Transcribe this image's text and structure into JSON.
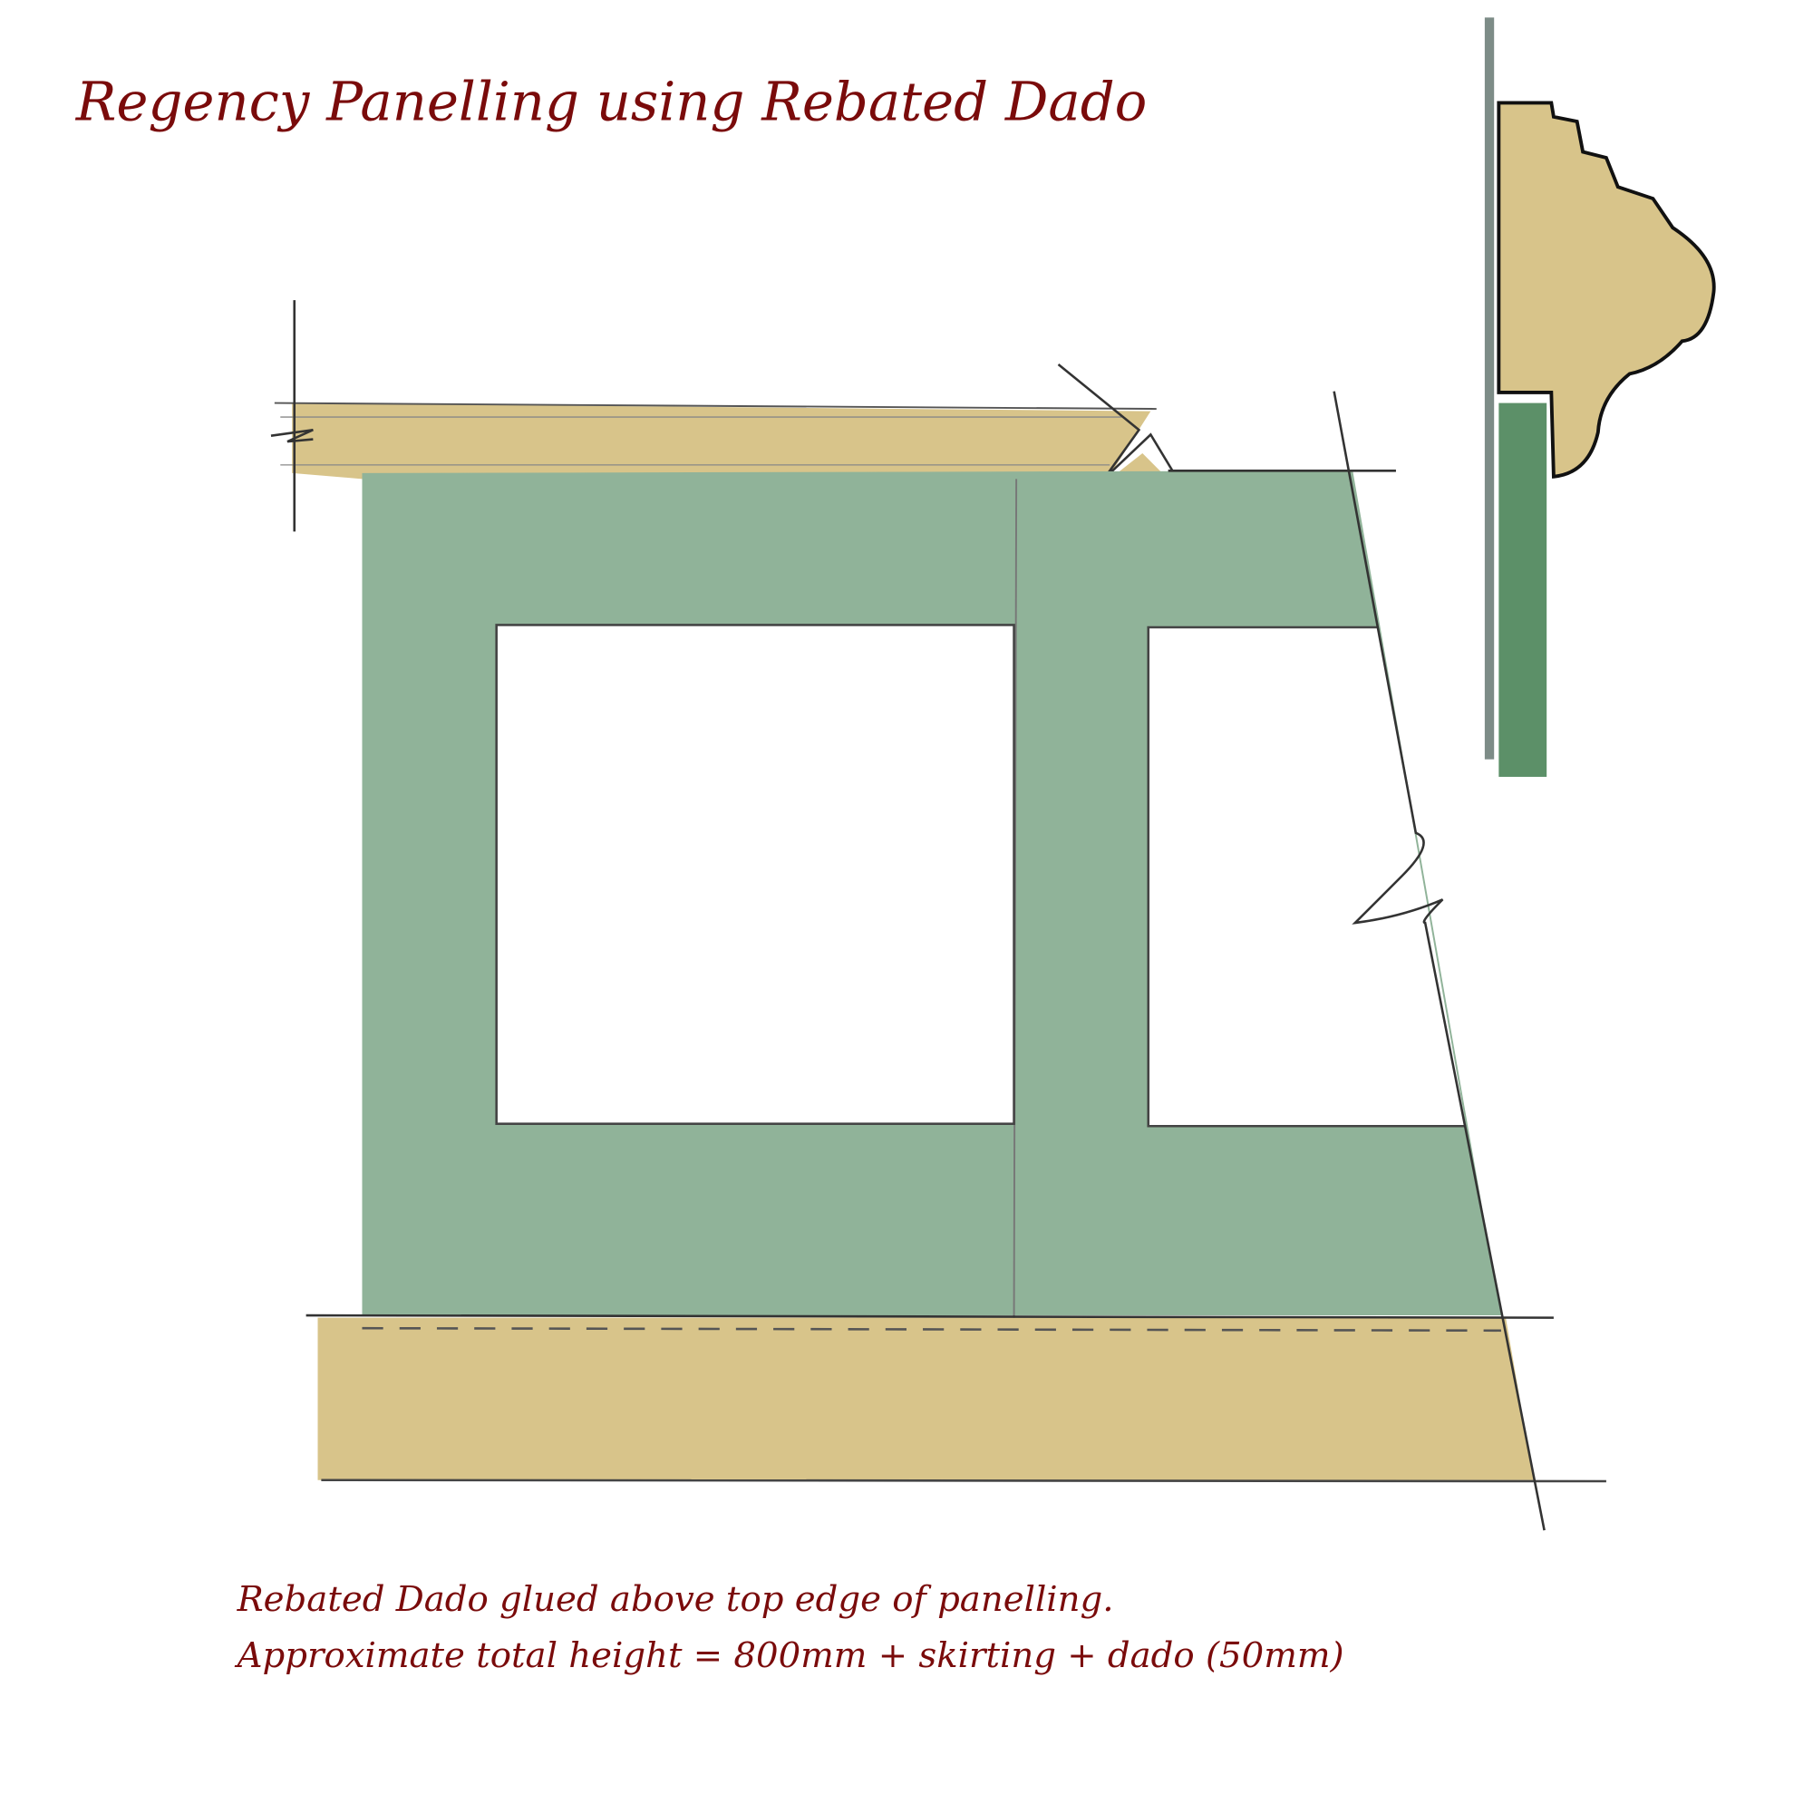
{
  "title": "Regency Panelling using Rebated Dado",
  "caption": {
    "line1": "Rebated Dado glued above top edge of panelling.",
    "line2": "Approximate total height = 800mm + skirting + dado (50mm)"
  },
  "colors": {
    "text": "#7a0b0b",
    "dado": "#d8c48a",
    "panel": "#90b399",
    "panel_section": "#5c9068",
    "wall_line": "#7d8c87",
    "pencil": "#333333"
  }
}
